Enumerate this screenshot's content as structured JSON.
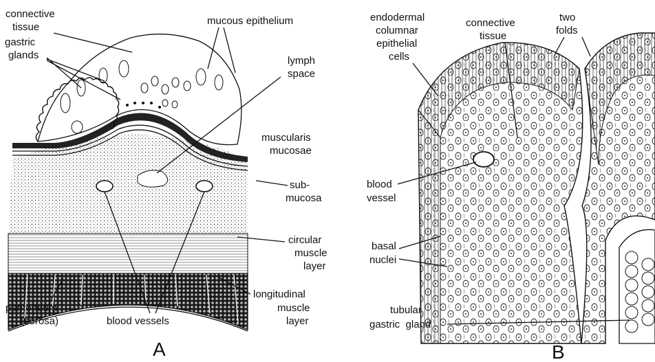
{
  "panel_a": {
    "letter": "A",
    "labels": {
      "connective_tissue": [
        "connective",
        "tissue"
      ],
      "mucous_epithelium": "mucous epithelium",
      "gastric_glands": [
        "gastric",
        "glands"
      ],
      "lymph_space": [
        "lymph",
        "space"
      ],
      "muscularis_mucosae": [
        "muscularis",
        "mucosae"
      ],
      "submucosa": [
        "sub-",
        "mucosa"
      ],
      "circular_muscle": [
        "circular",
        "muscle",
        "layer"
      ],
      "longitudinal_muscle": [
        "longitudinal",
        "muscle",
        "layer"
      ],
      "peritoneum": [
        "peritoneum",
        "(serosa)"
      ],
      "blood_vessels": "blood vessels"
    }
  },
  "panel_b": {
    "letter": "B",
    "labels": {
      "endodermal": [
        "endodermal",
        "columnar",
        "epithelial",
        "cells"
      ],
      "connective_tissue": [
        "connective",
        "tissue"
      ],
      "two_folds": [
        "two",
        "folds"
      ],
      "blood_vessel": [
        "blood",
        "vessel"
      ],
      "basal_nuclei": [
        "basal",
        "nuclei"
      ],
      "tubular_gland": [
        "tubular",
        "gastric  gland"
      ]
    }
  },
  "colors": {
    "ink": "#111111",
    "paper": "#ffffff"
  }
}
